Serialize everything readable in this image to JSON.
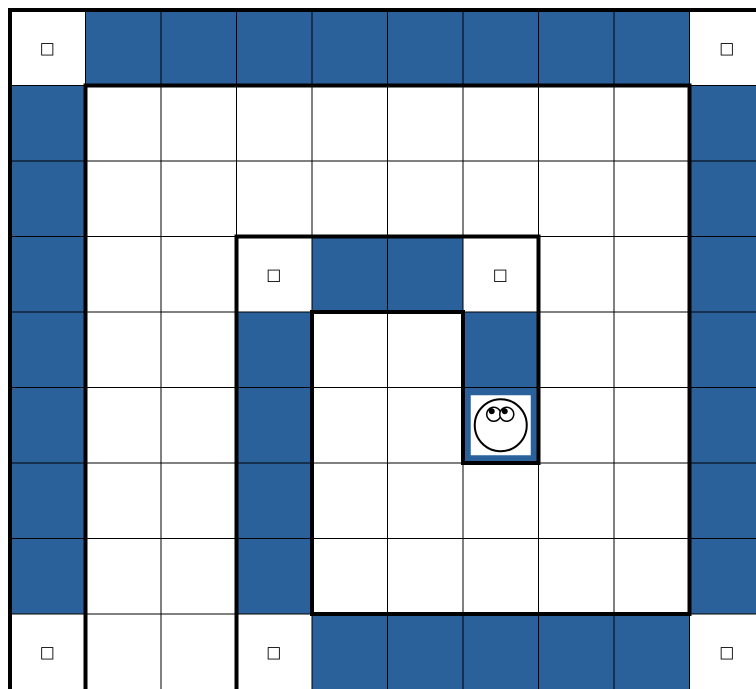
{
  "puzzle": {
    "colors": {
      "shaded": "#2b619b",
      "empty": "#ffffff",
      "grid_line": "#000000",
      "wall": "#000000"
    },
    "grid_size": {
      "cols": 10,
      "rows": 9
    },
    "shaded_cells": [
      [
        0,
        1
      ],
      [
        0,
        2
      ],
      [
        0,
        3
      ],
      [
        0,
        4
      ],
      [
        0,
        5
      ],
      [
        0,
        6
      ],
      [
        0,
        7
      ],
      [
        0,
        8
      ],
      [
        1,
        0
      ],
      [
        2,
        0
      ],
      [
        3,
        0
      ],
      [
        4,
        0
      ],
      [
        5,
        0
      ],
      [
        6,
        0
      ],
      [
        7,
        0
      ],
      [
        1,
        9
      ],
      [
        2,
        9
      ],
      [
        3,
        9
      ],
      [
        4,
        9
      ],
      [
        5,
        9
      ],
      [
        6,
        9
      ],
      [
        7,
        9
      ],
      [
        3,
        4
      ],
      [
        3,
        5
      ],
      [
        4,
        3
      ],
      [
        5,
        3
      ],
      [
        6,
        3
      ],
      [
        7,
        3
      ],
      [
        4,
        6
      ],
      [
        5,
        6
      ],
      [
        8,
        4
      ],
      [
        8,
        5
      ],
      [
        8,
        6
      ],
      [
        8,
        7
      ],
      [
        8,
        8
      ]
    ],
    "marker_cells": [
      {
        "row": 0,
        "col": 0,
        "symbol": "□"
      },
      {
        "row": 0,
        "col": 9,
        "symbol": "□"
      },
      {
        "row": 3,
        "col": 3,
        "symbol": "□"
      },
      {
        "row": 3,
        "col": 6,
        "symbol": "□"
      },
      {
        "row": 8,
        "col": 0,
        "symbol": "□"
      },
      {
        "row": 8,
        "col": 3,
        "symbol": "□"
      },
      {
        "row": 8,
        "col": 9,
        "symbol": "□"
      }
    ],
    "player": {
      "row": 5,
      "col": 6,
      "icon": "smiley-face-icon"
    },
    "walls": [
      [
        [
          0,
          0
        ],
        [
          10,
          0
        ]
      ],
      [
        [
          0,
          0
        ],
        [
          0,
          9
        ]
      ],
      [
        [
          1,
          1
        ],
        [
          9,
          1
        ]
      ],
      [
        [
          1,
          1
        ],
        [
          1,
          9
        ]
      ],
      [
        [
          9,
          1
        ],
        [
          9,
          8
        ]
      ],
      [
        [
          3,
          3
        ],
        [
          7,
          3
        ]
      ],
      [
        [
          3,
          3
        ],
        [
          3,
          9
        ]
      ],
      [
        [
          7,
          3
        ],
        [
          7,
          6
        ]
      ],
      [
        [
          4,
          4
        ],
        [
          6,
          4
        ]
      ],
      [
        [
          4,
          4
        ],
        [
          4,
          8
        ]
      ],
      [
        [
          6,
          4
        ],
        [
          6,
          6
        ]
      ],
      [
        [
          6,
          6
        ],
        [
          7,
          6
        ]
      ],
      [
        [
          4,
          8
        ],
        [
          9,
          8
        ]
      ]
    ]
  }
}
